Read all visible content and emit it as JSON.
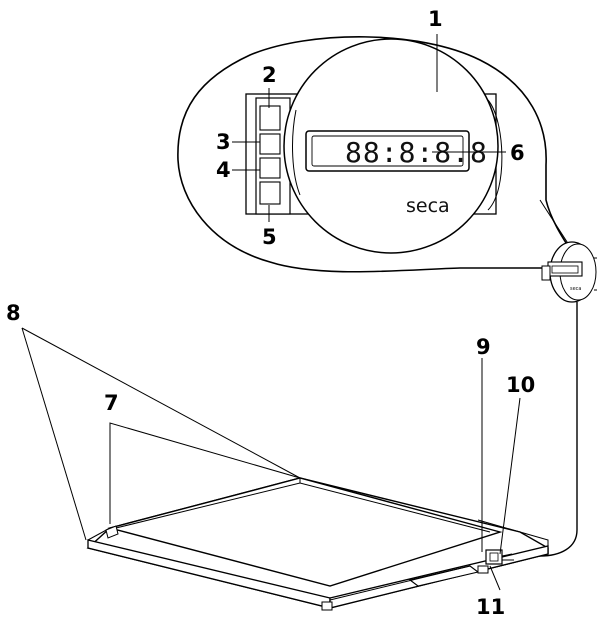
{
  "diagram": {
    "brand": "seca",
    "display_readout": "88:8:8.8",
    "callouts": {
      "c1": "1",
      "c2": "2",
      "c3": "3",
      "c4": "4",
      "c5": "5",
      "c6": "6",
      "c7": "7",
      "c8": "8",
      "c9": "9",
      "c10": "10",
      "c11": "11"
    }
  }
}
